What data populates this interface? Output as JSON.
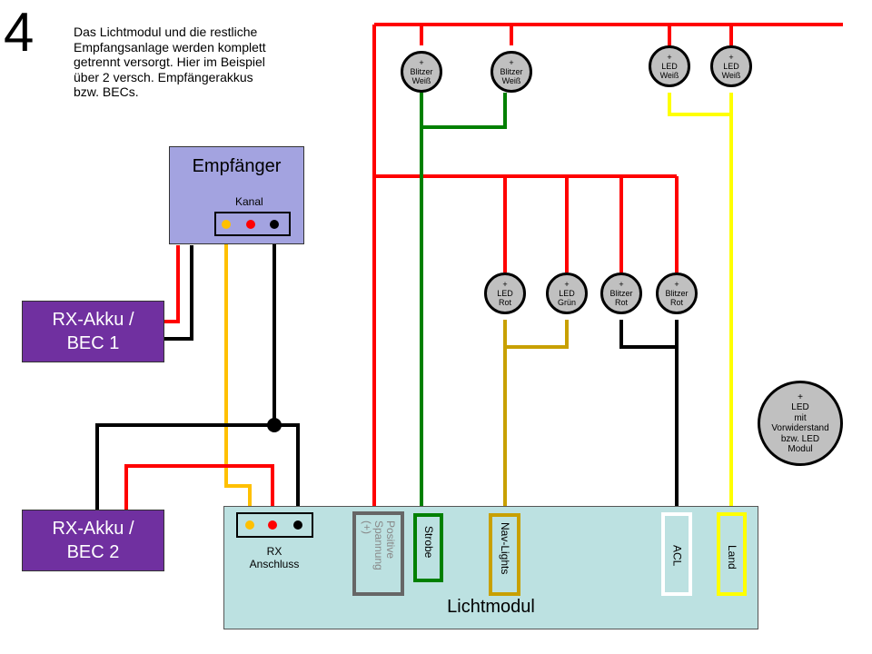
{
  "step_number": "4",
  "note": "Das Lichtmodul und die restliche\nEmpfangsanlage werden komplett\ngetrennt versorgt. Hier im Beispiel\nüber 2 versch. Empfängerakkus\nbzw. BECs.",
  "receiver": {
    "title": "Empfänger",
    "channel_label": "Kanal"
  },
  "battery_1": {
    "label": "RX-Akku /\nBEC 1"
  },
  "battery_2": {
    "label": "RX-Akku /\nBEC 2"
  },
  "module": {
    "title": "Lichtmodul",
    "rx_label": "RX\nAnschluss",
    "ports": {
      "positive": "Positive\nSpannung\n(+)",
      "strobe": "Strobe",
      "nav": "Nav-Lights",
      "acl": "ACL",
      "land": "Land"
    }
  },
  "lights": [
    {
      "plus": "+",
      "l1": "Blitzer",
      "l2": "Weiß"
    },
    {
      "plus": "+",
      "l1": "Blitzer",
      "l2": "Weiß"
    },
    {
      "plus": "+",
      "l1": "LED",
      "l2": "Weiß"
    },
    {
      "plus": "+",
      "l1": "LED",
      "l2": "Weiß"
    },
    {
      "plus": "+",
      "l1": "LED",
      "l2": "Rot"
    },
    {
      "plus": "+",
      "l1": "LED",
      "l2": "Grün"
    },
    {
      "plus": "+",
      "l1": "Blitzer",
      "l2": "Rot"
    },
    {
      "plus": "+",
      "l1": "Blitzer",
      "l2": "Rot"
    }
  ],
  "legend_led": {
    "plus": "+",
    "l1": "LED",
    "l2": "mit",
    "l3": "Vorwiderstand",
    "l4": "bzw. LED",
    "l5": "Modul"
  },
  "colors": {
    "red": "#ff0000",
    "black": "#000000",
    "green": "#008000",
    "yellow": "#ffff00",
    "orange_signal": "#ffc000",
    "nav": "#c8a000",
    "gray_box": "#666666",
    "white": "#ffffff"
  }
}
